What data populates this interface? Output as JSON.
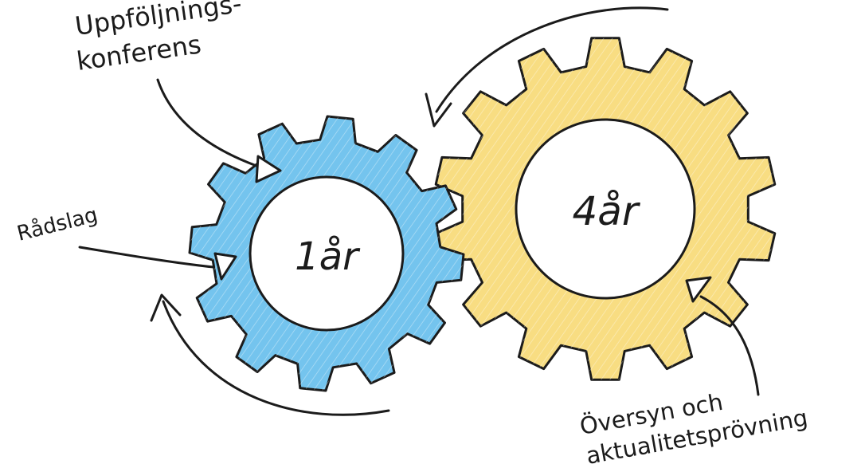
{
  "gears": {
    "small": {
      "label": "1år",
      "color": "#74c4ee"
    },
    "large": {
      "label": "4år",
      "color": "#f8dd82"
    }
  },
  "labels": {
    "followup_line1": "Uppföljnings-",
    "followup_line2": "konferens",
    "radslag": "Rådslag",
    "review_line1": "Översyn och",
    "review_line2": "aktualitetsprövning"
  },
  "colors": {
    "ink": "#1b1b1b",
    "background": "#ffffff"
  }
}
